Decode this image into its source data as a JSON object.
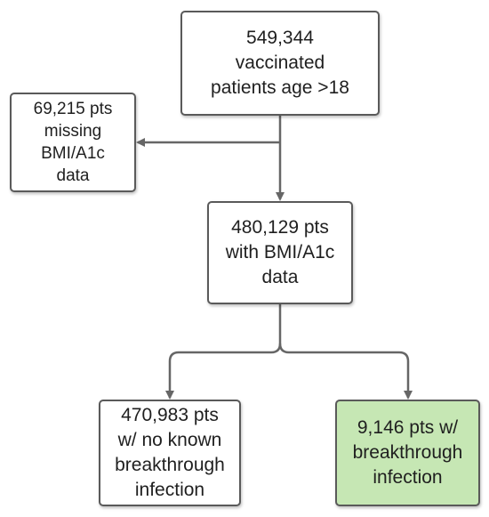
{
  "boxes": {
    "total": {
      "lines": [
        "549,344",
        "vaccinated",
        "patients age >18"
      ]
    },
    "excluded": {
      "lines": [
        "69,215 pts",
        "missing",
        "BMI/A1c",
        "data"
      ]
    },
    "included": {
      "lines": [
        "480,129 pts",
        "with BMI/A1c",
        "data"
      ]
    },
    "no_breakthrough": {
      "lines": [
        "470,983 pts",
        "w/ no known",
        "breakthrough",
        "infection"
      ]
    },
    "breakthrough": {
      "lines": [
        "9,146 pts w/",
        "breakthrough",
        "infection"
      ]
    }
  },
  "colors": {
    "border": "#5a5a5a",
    "arrow": "#666666",
    "highlight_fill": "#c6e7b4"
  }
}
